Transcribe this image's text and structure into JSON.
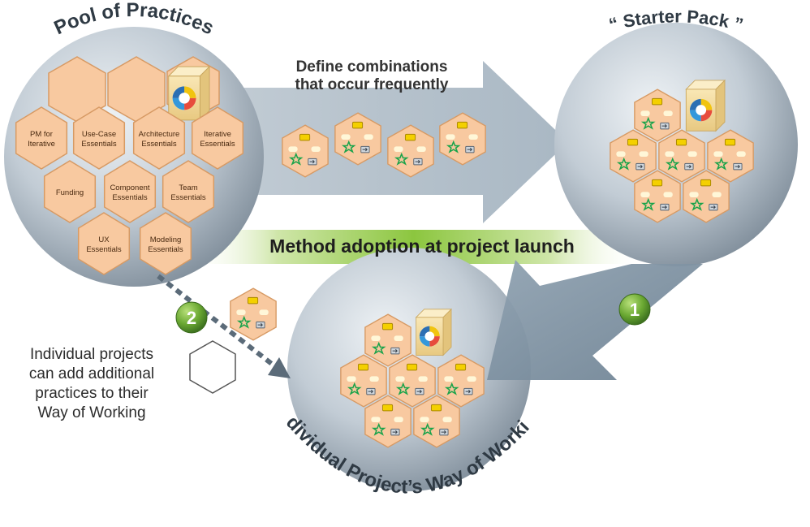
{
  "titles": {
    "pool": "Pool of Practices",
    "starter": "“ Starter Pack ”",
    "way": "Individual Project’s Way of Working"
  },
  "labels": {
    "define_line1": "Define combinations",
    "define_line2": "that occur frequently",
    "method": "Method adoption at project launch",
    "individual_l1": "Individual projects",
    "individual_l2": "can add additional",
    "individual_l3": "practices to their",
    "individual_l4": "Way of Working"
  },
  "badges": {
    "one": "1",
    "two": "2"
  },
  "pool_practices": [
    {
      "l1": "PM for",
      "l2": "Iterative"
    },
    {
      "l1": "Use-Case",
      "l2": "Essentials"
    },
    {
      "l1": "Architecture",
      "l2": "Essentials"
    },
    {
      "l1": "Iterative",
      "l2": "Essentials"
    },
    {
      "l1": "Funding",
      "l2": ""
    },
    {
      "l1": "Component",
      "l2": "Essentials"
    },
    {
      "l1": "Team",
      "l2": "Essentials"
    },
    {
      "l1": "UX",
      "l2": "Essentials"
    },
    {
      "l1": "Modeling",
      "l2": "Essentials"
    }
  ],
  "colors": {
    "circle_light": "#e4eaef",
    "circle_dark": "#7f8d9a",
    "hex_fill": "#f8c9a0",
    "hex_stroke": "#d79a64",
    "arrow": "#98a8b6",
    "green_bar": "#8cc63f",
    "badge_green": "#5f9a2f"
  }
}
